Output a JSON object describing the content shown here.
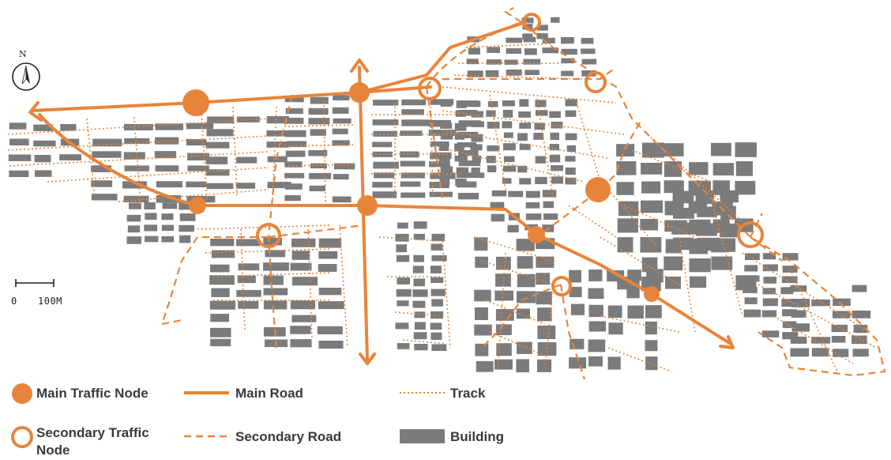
{
  "compass": {
    "label": "N"
  },
  "scale": {
    "start": "0",
    "end": "100M"
  },
  "legend": {
    "main_node": "Main Traffic Node",
    "secondary_node_line1": "Secondary Traffic",
    "secondary_node_line2": "Node",
    "main_road": "Main Road",
    "secondary_road": "Secondary Road",
    "track": "Track",
    "building": "Building"
  },
  "colors": {
    "road": "#e8843a",
    "building": "#7b7b7b",
    "legend_text": "#3a3a3a"
  }
}
